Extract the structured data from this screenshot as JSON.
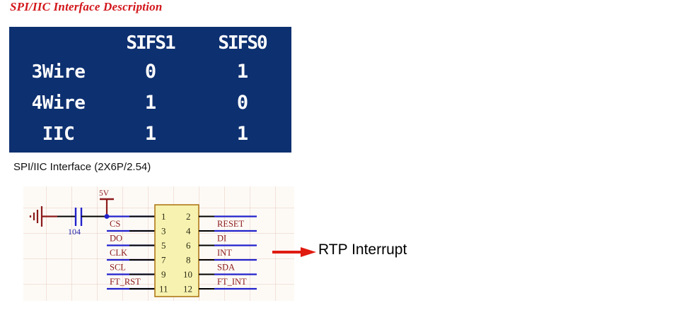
{
  "title": "SPI/IIC Interface Description",
  "title_color": "#d2161a",
  "table": {
    "fill_color": "#0d3070",
    "text_color": "#ffffff",
    "columns": [
      "",
      "SIFS1",
      "SIFS0"
    ],
    "rows": [
      {
        "label": "3Wire",
        "sifs1": "0",
        "sifs0": "1"
      },
      {
        "label": "4Wire",
        "sifs1": "1",
        "sifs0": "0"
      },
      {
        "label": "IIC",
        "sifs1": "1",
        "sifs0": "1"
      }
    ]
  },
  "schematic": {
    "caption": "SPI/IIC Interface (2X6P/2.54)",
    "power_label": "5V",
    "cap_value": "104",
    "connector": {
      "pins_left": [
        "1",
        "3",
        "5",
        "7",
        "9",
        "11"
      ],
      "pins_right": [
        "2",
        "4",
        "6",
        "8",
        "10",
        "12"
      ]
    },
    "net_labels_left": [
      "CS",
      "DO",
      "CLK",
      "SCL",
      "FT_RST"
    ],
    "net_labels_right": [
      "RESET",
      "DI",
      "INT",
      "SDA",
      "FT_INT"
    ],
    "annotation": "RTP Interrupt",
    "annotation_color": "#e01b10",
    "wire_color_signal": "#2222cc",
    "wire_color_plain": "#000000",
    "label_color": "#8b1a1a",
    "body_fill": "#f7f2b0",
    "body_stroke": "#b07818"
  }
}
